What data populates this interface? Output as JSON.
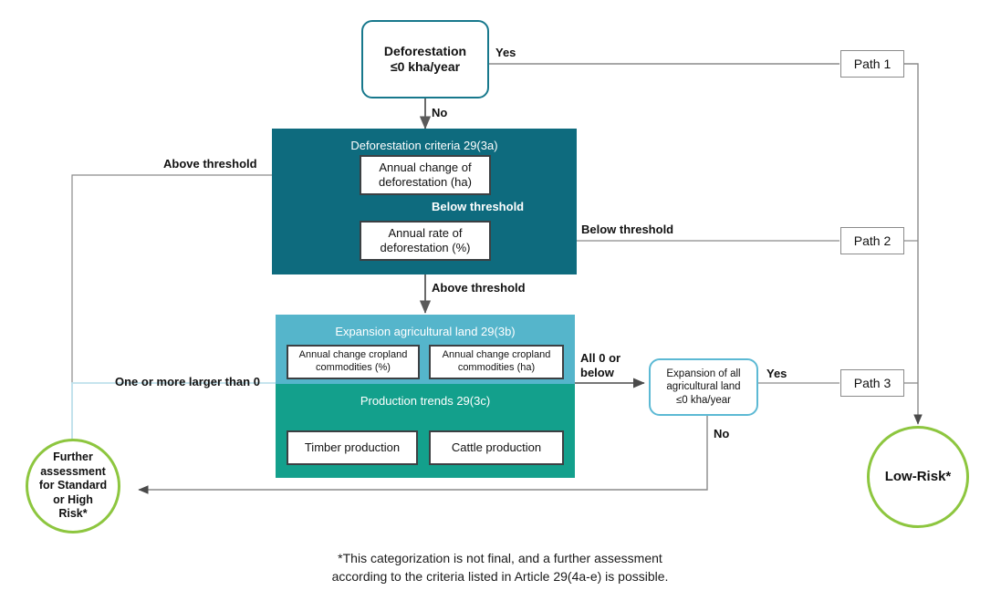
{
  "diagram": {
    "title": "EUDR country benchmarking decision tree",
    "colors": {
      "dark_teal": "#0e6b7e",
      "mid_blue": "#55b5cb",
      "green_teal": "#13a08c",
      "lime": "#8dc63f",
      "wire_gray": "#8a8a8a",
      "wire_blue": "#9fd4e3"
    }
  },
  "nodes": {
    "deforestation_decision": {
      "line1": "Deforestation",
      "line2": "≤0 kha/year"
    },
    "panel_3a": {
      "title": "Deforestation criteria 29(3a)",
      "boxes": [
        "Annual change of\ndeforestation (ha)",
        "Annual rate of\ndeforestation (%)"
      ]
    },
    "panel_3b": {
      "title": "Expansion agricultural land 29(3b)",
      "boxes": [
        "Annual change cropland\ncommodities (%)",
        "Annual change cropland\ncommodities (ha)"
      ]
    },
    "panel_3c": {
      "title": "Production trends 29(3c)",
      "boxes": [
        "Timber production",
        "Cattle production"
      ]
    },
    "expansion_decision": {
      "line1": "Expansion of all",
      "line2": "agricultural land",
      "line3": "≤0 kha/year"
    },
    "path_1": "Path 1",
    "path_2": "Path 2",
    "path_3": "Path 3",
    "low_risk": "Low-Risk*",
    "further_assessment": "Further\nassessment\nfor Standard\nor High\nRisk*"
  },
  "edge_labels": {
    "yes_top": "Yes",
    "no_top": "No",
    "above_threshold_left": "Above  threshold",
    "below_threshold_mid": "Below threshold",
    "below_threshold_right": "Below threshold",
    "above_threshold_down": "Above threshold",
    "one_or_more": "One or more larger than 0",
    "all_zero_or_below": "All 0 or\nbelow",
    "yes_expansion": "Yes",
    "no_expansion": "No"
  },
  "footnote": "*This categorization is not final, and a further assessment\naccording to the criteria listed in Article 29(4a-e) is possible."
}
